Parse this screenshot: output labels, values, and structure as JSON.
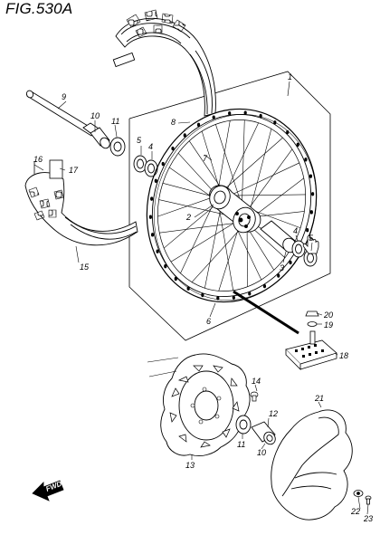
{
  "figure": {
    "title": "FIG.530A"
  },
  "fwd_label": "FWD",
  "callouts": [
    {
      "id": "1",
      "text": "1"
    },
    {
      "id": "2",
      "text": "2"
    },
    {
      "id": "3",
      "text": "3"
    },
    {
      "id": "4a",
      "text": "4"
    },
    {
      "id": "4b",
      "text": "4"
    },
    {
      "id": "5a",
      "text": "5"
    },
    {
      "id": "5b",
      "text": "5"
    },
    {
      "id": "6",
      "text": "6"
    },
    {
      "id": "7",
      "text": "7"
    },
    {
      "id": "8",
      "text": "8"
    },
    {
      "id": "9",
      "text": "9"
    },
    {
      "id": "10a",
      "text": "10"
    },
    {
      "id": "10b",
      "text": "10"
    },
    {
      "id": "11a",
      "text": "11"
    },
    {
      "id": "11b",
      "text": "11"
    },
    {
      "id": "12",
      "text": "12"
    },
    {
      "id": "13",
      "text": "13"
    },
    {
      "id": "14",
      "text": "14"
    },
    {
      "id": "15",
      "text": "15"
    },
    {
      "id": "16",
      "text": "16"
    },
    {
      "id": "17",
      "text": "17"
    },
    {
      "id": "18",
      "text": "18"
    },
    {
      "id": "19",
      "text": "19"
    },
    {
      "id": "20",
      "text": "20"
    },
    {
      "id": "21",
      "text": "21"
    },
    {
      "id": "22",
      "text": "22"
    },
    {
      "id": "23",
      "text": "23"
    }
  ],
  "icons": {
    "cursor": "hand-cursor-icon",
    "direction": "fwd-arrow-icon"
  }
}
